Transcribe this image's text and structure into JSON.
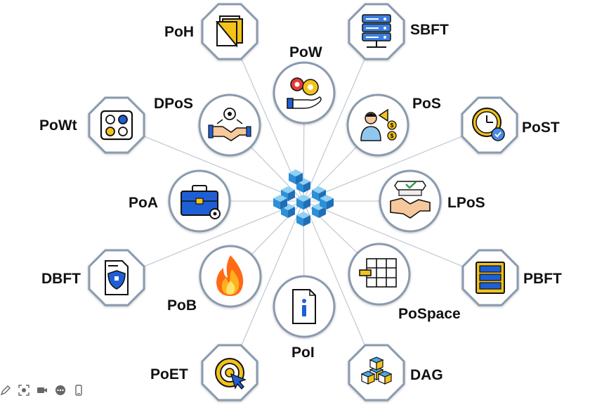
{
  "nodes": [
    {
      "id": "poh",
      "label": "PoH",
      "icon": "stacked-documents-icon"
    },
    {
      "id": "sbft",
      "label": "SBFT",
      "icon": "server-rack-icon"
    },
    {
      "id": "pow",
      "label": "PoW",
      "icon": "gears-hand-icon"
    },
    {
      "id": "dpos",
      "label": "DPoS",
      "icon": "handshake-gear-icon"
    },
    {
      "id": "pos",
      "label": "PoS",
      "icon": "person-megaphone-coins-icon"
    },
    {
      "id": "powt",
      "label": "PoWt",
      "icon": "dot-grid-icon"
    },
    {
      "id": "post",
      "label": "PoST",
      "icon": "clock-check-icon"
    },
    {
      "id": "poa",
      "label": "PoA",
      "icon": "briefcase-gear-icon"
    },
    {
      "id": "lpos",
      "label": "LPoS",
      "icon": "handshake-check-icon"
    },
    {
      "id": "dbft",
      "label": "DBFT",
      "icon": "document-shield-icon"
    },
    {
      "id": "pob",
      "label": "PoB",
      "icon": "flame-icon"
    },
    {
      "id": "pospace",
      "label": "PoSpace",
      "icon": "storage-grid-icon"
    },
    {
      "id": "pbft",
      "label": "PBFT",
      "icon": "server-cabinet-icon"
    },
    {
      "id": "poi",
      "label": "PoI",
      "icon": "info-document-icon"
    },
    {
      "id": "poet",
      "label": "PoET",
      "icon": "target-cursor-icon"
    },
    {
      "id": "dag",
      "label": "DAG",
      "icon": "cubes-icon"
    }
  ],
  "center_icon": "blockchain-cubes-icon",
  "colors": {
    "outline": "#8a9aae",
    "line": "#c4ccd6",
    "blue": "#1f5fd6",
    "cube": "#4aa8e8",
    "fire": "#ff8a1e",
    "yellow": "#f4c21a"
  },
  "toolbar": [
    "pen-icon",
    "focus-icon",
    "camera-icon",
    "more-icon",
    "phone-icon"
  ]
}
